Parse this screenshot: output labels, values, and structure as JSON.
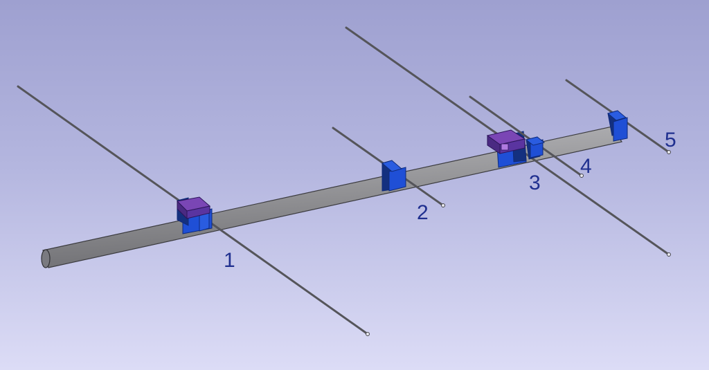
{
  "diagram": {
    "element_labels": [
      "1",
      "2",
      "3",
      "4",
      "5"
    ]
  },
  "colors": {
    "background_top": "#9ea0d0",
    "background_bottom": "#dcdcf6",
    "boom": "#8c8c8e",
    "element_rod": "#5f5f63",
    "clamp": "#1f4fd6",
    "clamp_dark": "#14307f",
    "feed_block": "#6a3aa0",
    "label": "#1f2f8f"
  }
}
